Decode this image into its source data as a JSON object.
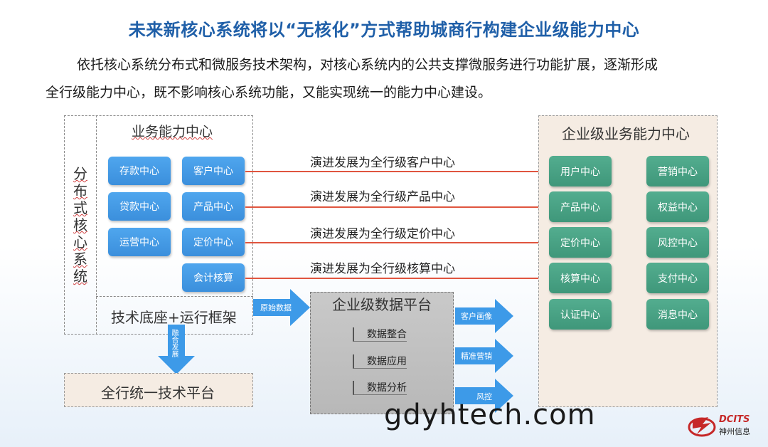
{
  "title": "未来新核心系统将以“无核化”方式帮助城商行构建企业级能力中心",
  "intro": {
    "line1": "依托核心系统分布式和微服务技术架构，对核心系统内的公共支撑微服务进行功能扩展，逐渐形成",
    "line2": "全行级能力中心，既不影响核心系统功能，又能实现统一的能力中心建设。"
  },
  "left_panel": {
    "vertical_label": [
      "分",
      "布",
      "式",
      "核",
      "心",
      "系",
      "统"
    ],
    "business_title": "业务能力中心",
    "col1": [
      "存款中心",
      "贷款中心",
      "运营中心"
    ],
    "col2": [
      "客户中心",
      "产品中心",
      "定价中心",
      "会计核算"
    ],
    "tech_base": "技术底座+运行框架",
    "merge_label": "融合发展",
    "unified_platform": "全行统一技术平台"
  },
  "evolve_labels": [
    "演进发展为全行级客户中心",
    "演进发展为全行级产品中心",
    "演进发展为全行级定价中心",
    "演进发展为全行级核算中心"
  ],
  "data_platform": {
    "input_label": "原始数据",
    "title": "企业级数据平台",
    "items": [
      "数据整合",
      "数据应用",
      "数据分析"
    ],
    "outputs": [
      "客户画像",
      "精准营销",
      "风控"
    ]
  },
  "enterprise_panel": {
    "title": "企业级业务能力中心",
    "col1": [
      "用户中心",
      "产品中心",
      "定价中心",
      "核算中心",
      "认证中心"
    ],
    "col2": [
      "营销中心",
      "权益中心",
      "风控中心",
      "支付中心",
      "消息中心"
    ]
  },
  "colors": {
    "title": "#1f5fa8",
    "blue_button": "#3b8fdc",
    "green_button": "#3f977a",
    "red_arrow": "#e0553f",
    "fat_arrow": "#3d9ae8",
    "platform_gray": "#bdbdbd",
    "tan_bg": "#f5ece3"
  },
  "watermark": "gdyhtech.com",
  "logo": {
    "brand": "DCITS",
    "sub": "神州信息",
    "icon": "dcits-logo-icon"
  }
}
